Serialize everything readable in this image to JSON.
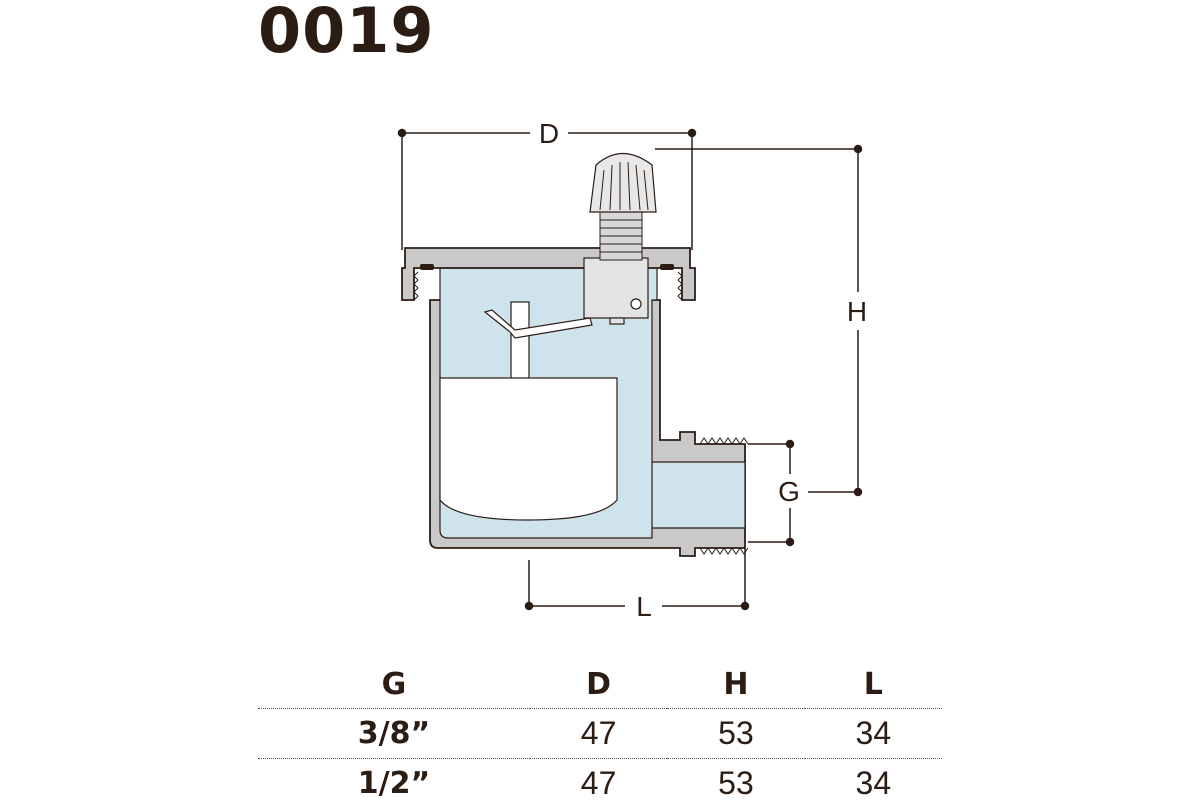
{
  "title": "0019",
  "diagram": {
    "labels": {
      "d": "D",
      "h": "H",
      "g": "G",
      "l": "L"
    },
    "colors": {
      "water": "#cfe3ec",
      "body": "#c9c9c9",
      "outline": "#2b1d14",
      "float": "#ffffff"
    }
  },
  "table": {
    "headers": [
      "G",
      "D",
      "H",
      "L"
    ],
    "rows": [
      {
        "g": "3/8”",
        "d": "47",
        "h": "53",
        "l": "34"
      },
      {
        "g": "1/2”",
        "d": "47",
        "h": "53",
        "l": "34"
      }
    ]
  }
}
